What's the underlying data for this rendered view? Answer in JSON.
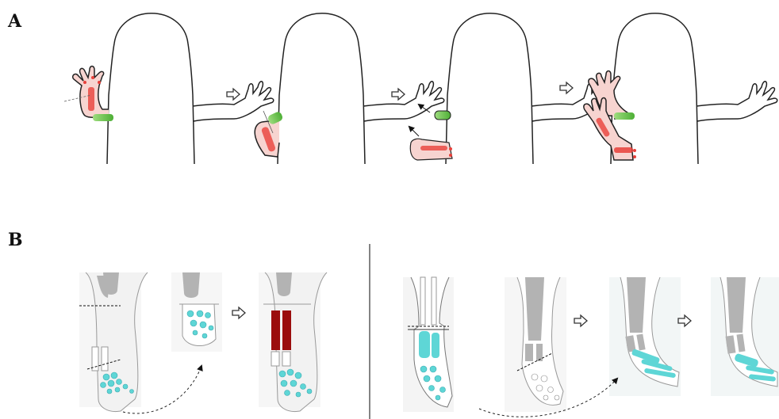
{
  "panels": {
    "a_label": "A",
    "b_label": "B"
  },
  "colors": {
    "red_tissue": "#e8403a",
    "green_tissue": "#66c04a",
    "cyan_cartilage": "#5ed6d6",
    "dark_red_bone": "#9b0d0d",
    "gray_bone": "#b3b3b3",
    "outline": "#222222"
  },
  "icons": {
    "step_arrow": "hollow-right-arrow",
    "transplant_arrow": "dashed-curved-arrow"
  }
}
